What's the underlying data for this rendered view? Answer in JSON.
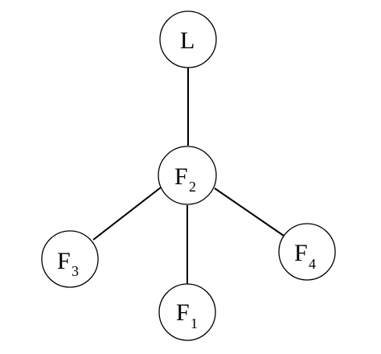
{
  "colors": {
    "stroke": "#000000",
    "node_fill": "#ffffff",
    "background": "#ffffff"
  },
  "nodes": [
    {
      "id": "L",
      "label": "L",
      "subscript": ""
    },
    {
      "id": "F2",
      "label": "F",
      "subscript": "2"
    },
    {
      "id": "F3",
      "label": "F",
      "subscript": "3"
    },
    {
      "id": "F1",
      "label": "F",
      "subscript": "1"
    },
    {
      "id": "F4",
      "label": "F",
      "subscript": "4"
    }
  ],
  "edges": [
    {
      "from": "L",
      "to": "F2"
    },
    {
      "from": "F2",
      "to": "F3"
    },
    {
      "from": "F2",
      "to": "F1"
    },
    {
      "from": "F2",
      "to": "F4"
    }
  ]
}
